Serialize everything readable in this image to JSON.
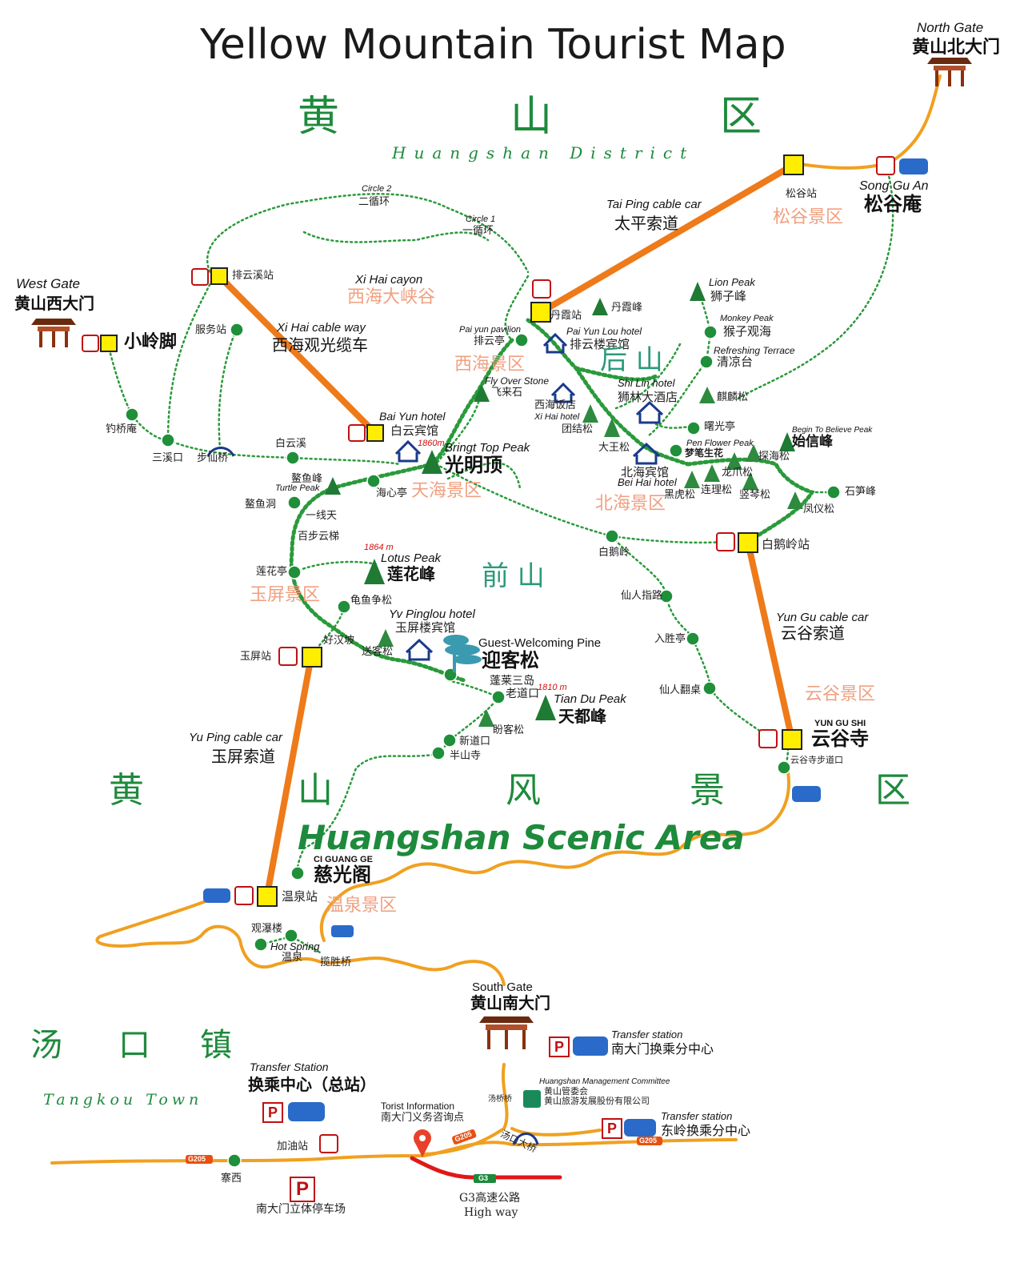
{
  "title": "Yellow Mountain Tourist Map",
  "colors": {
    "road": "#f0a020",
    "cable": "#ee7a1a",
    "trail": "#2a9a3a",
    "station": "#ffee00",
    "node": "#1f8f3a",
    "highway": "#e01818",
    "district_text": "#1e8a3c",
    "scenic_area_text": "#f0a080"
  },
  "district": {
    "cn_chars": [
      "黄",
      "山",
      "区"
    ],
    "en": "Huangshan District"
  },
  "scenic_area": {
    "cn_chars": [
      "黄",
      "山",
      "风",
      "景",
      "区"
    ],
    "en": "Huangshan Scenic Area"
  },
  "town": {
    "cn_chars": [
      "汤",
      "口",
      "镇"
    ],
    "en": "Tangkou Town"
  },
  "mountain_parts": {
    "houshan": "后  山",
    "qianshan": "前  山"
  },
  "gates": {
    "north": {
      "en": "North Gate",
      "cn": "黄山北大门"
    },
    "west": {
      "en": "West Gate",
      "cn": "黄山西大门",
      "station": "小岭脚"
    },
    "south": {
      "en": "South Gate",
      "cn": "黄山南大门"
    }
  },
  "cable_cars": {
    "taiping": {
      "en": "Tai Ping cable car",
      "cn": "太平索道"
    },
    "xihai": {
      "en": "Xi Hai cable way",
      "cn": "西海观光缆车"
    },
    "yungu": {
      "en": "Yun Gu cable car",
      "cn": "云谷索道"
    },
    "yuping": {
      "en": "Yu Ping cable car",
      "cn": "玉屏索道"
    }
  },
  "scenic_zones": {
    "songgu": "松谷景区",
    "xihai": "西海景区",
    "tianhai": "天海景区",
    "beihai": "北海景区",
    "yuping": "玉屏景区",
    "yungu": "云谷景区",
    "wenquan": "温泉景区"
  },
  "circles": {
    "c2_en": "Circle 2",
    "c2_cn": "二循环",
    "c1_en": "Circle 1",
    "c1_cn": "一循环"
  },
  "canyon": {
    "en": "Xi Hai cayon",
    "cn": "西海大峡谷"
  },
  "songguan": {
    "en": "Song Gu An",
    "cn": "松谷庵",
    "station": "松谷站"
  },
  "peaks": {
    "guangming": {
      "en": "Bringt Top Peak",
      "cn": "光明顶",
      "elev": "1860m"
    },
    "lianhua": {
      "en": "Lotus Peak",
      "cn": "莲花峰",
      "elev": "1864 m"
    },
    "tiandu": {
      "en": "Tian Du Peak",
      "cn": "天都峰",
      "elev": "1810 m"
    },
    "lion": {
      "en": "Lion Peak",
      "cn": "狮子峰"
    },
    "monkey": {
      "en": "Monkey Peak",
      "cn": "猴子观海"
    },
    "refresh": {
      "en": "Refreshing Terrace",
      "cn": "清凉台"
    },
    "shixin": {
      "en": "Begin To Believe Peak",
      "cn": "始信峰"
    },
    "penflower": {
      "en": "Pen Flower Peak",
      "cn": "梦笔生花"
    },
    "flyover": {
      "en": "Fly Over Stone",
      "cn": "飞来石"
    },
    "turtle": {
      "en": "Turtle Peak",
      "cn": "鳌鱼峰"
    },
    "danxia": "丹霞峰"
  },
  "hotels": {
    "paiyunlou": {
      "en": "Pai Yun Lou hotel",
      "cn": "排云楼宾馆"
    },
    "shilin": {
      "en": "Shi Lin hotel",
      "cn": "狮林大酒店"
    },
    "xihai": {
      "en": "Xi Hai hotel",
      "cn": "西海饭店"
    },
    "baiyun": {
      "en": "Bai Yun hotel",
      "cn": "白云宾馆"
    },
    "beihai": {
      "en": "Bei Hai hotel",
      "cn": "北海宾馆"
    },
    "yuping": {
      "en": "Yv Pinglou hotel",
      "cn": "玉屏楼宾馆"
    }
  },
  "paiyun_pavilion": {
    "en": "Pai yun pavilion",
    "cn": "排云亭"
  },
  "welcoming_pine": {
    "en": "Guest-Welcoming Pine",
    "cn": "迎客松"
  },
  "ciguang": {
    "en": "CI GUANG GE",
    "cn": "慈光阁"
  },
  "yungusi": {
    "en": "YUN GU SHI",
    "cn": "云谷寺"
  },
  "hotspring": {
    "en": "Hot Spring",
    "cn": "温泉"
  },
  "places": {
    "paiyunxi_zhan": "排云溪站",
    "fuwuzhan": "服务站",
    "diaoqiaoan": "钓桥庵",
    "sanxikou": "三溪口",
    "buxianqiao": "步仙桥",
    "baiyunxi": "白云溪",
    "danxia_zhan": "丹霞站",
    "tuanjiesong": "团结松",
    "dawangsong": "大王松",
    "shuguangting": "曙光亭",
    "qilinsong": "麒麟松",
    "tanhaisong": "探海松",
    "longzhaosong": "龙爪松",
    "heihusong": "黑虎松",
    "lianlisong": "连理松",
    "shuqinsong": "竖琴松",
    "fengyisong": "凤仪松",
    "shisunfeng": "石笋峰",
    "baieling_zhan": "白鹅岭站",
    "baieling": "白鹅岭",
    "haixinting": "海心亭",
    "aoyudong": "鳌鱼洞",
    "yixiantian": "一线天",
    "baibuyunti": "百步云梯",
    "lianhuating": "莲花亭",
    "guiyuzhengsong": "龟鱼争松",
    "haohanpo": "好汉坡",
    "songkesong": "送客松",
    "yuping_zhan": "玉屏站",
    "xianrenzhilu": "仙人指路",
    "rushengting": "入胜亭",
    "xianrenfanqiao": "仙人翻桌",
    "penglai": "蓬莱三岛",
    "laodaokou": "老道口",
    "panke": "盼客松",
    "xindaokou": "新道口",
    "banshansi": "半山寺",
    "yungusi_road": "云谷寺步道口",
    "wenquan_zhan": "温泉站",
    "guanpulou": "观瀑楼",
    "lanshengqiao": "揽胜桥",
    "zhaixi": "寨西",
    "gas": "加油站",
    "parking": "南大门立体停车场",
    "tangqiaoqiao": "汤桥桥",
    "tangkoudaqiao": "汤口大桥"
  },
  "transfer": {
    "main": {
      "en": "Transfer Station",
      "cn": "换乘中心（总站）"
    },
    "south": {
      "en": "Transfer station",
      "cn": "南大门换乘分中心"
    },
    "east": {
      "en": "Transfer station",
      "cn": "东岭换乘分中心"
    }
  },
  "info": {
    "en": "Torist Information",
    "cn": "南大门义务咨询点"
  },
  "committee": {
    "en": "Huangshan Management Committee",
    "cn1": "黄山管委会",
    "cn2": "黄山旅游发展股份有限公司"
  },
  "highway": {
    "cn": "G3高速公路",
    "en": "High way"
  },
  "road_labels": {
    "g205": "G205",
    "g3": "G3"
  },
  "parking_symbol": "P"
}
